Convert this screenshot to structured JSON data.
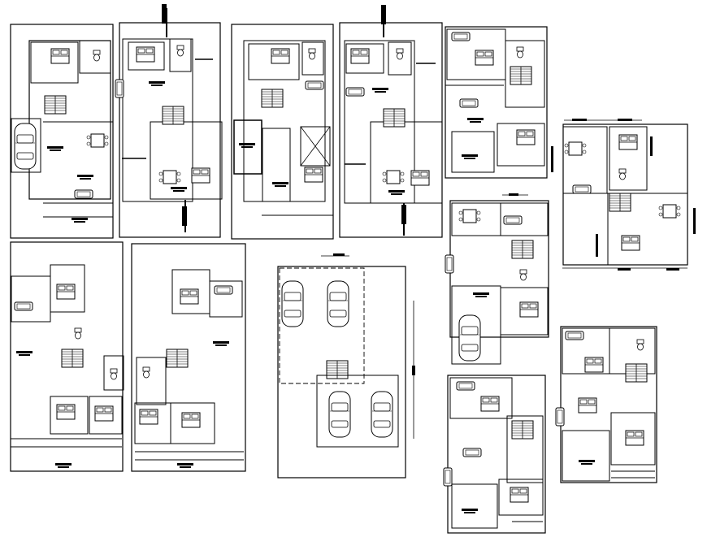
{
  "drawing": {
    "background": "#ffffff",
    "ink": "#000000",
    "labels_legible": false,
    "plans": [
      {
        "id": "plan-1",
        "kind": "ground-floor-with-car-porch"
      },
      {
        "id": "plan-2",
        "kind": "floor-plan"
      },
      {
        "id": "plan-3",
        "kind": "floor-plan"
      },
      {
        "id": "plan-4",
        "kind": "floor-plan"
      },
      {
        "id": "plan-5",
        "kind": "floor-plan"
      },
      {
        "id": "plan-6",
        "kind": "floor-plan-dimensioned"
      },
      {
        "id": "plan-7",
        "kind": "floor-plan"
      },
      {
        "id": "plan-8",
        "kind": "floor-plan"
      },
      {
        "id": "plan-9",
        "kind": "parking-layout-four-cars"
      },
      {
        "id": "plan-10",
        "kind": "floor-plan-with-car"
      },
      {
        "id": "plan-11",
        "kind": "floor-plan"
      },
      {
        "id": "plan-12",
        "kind": "floor-plan"
      }
    ]
  }
}
